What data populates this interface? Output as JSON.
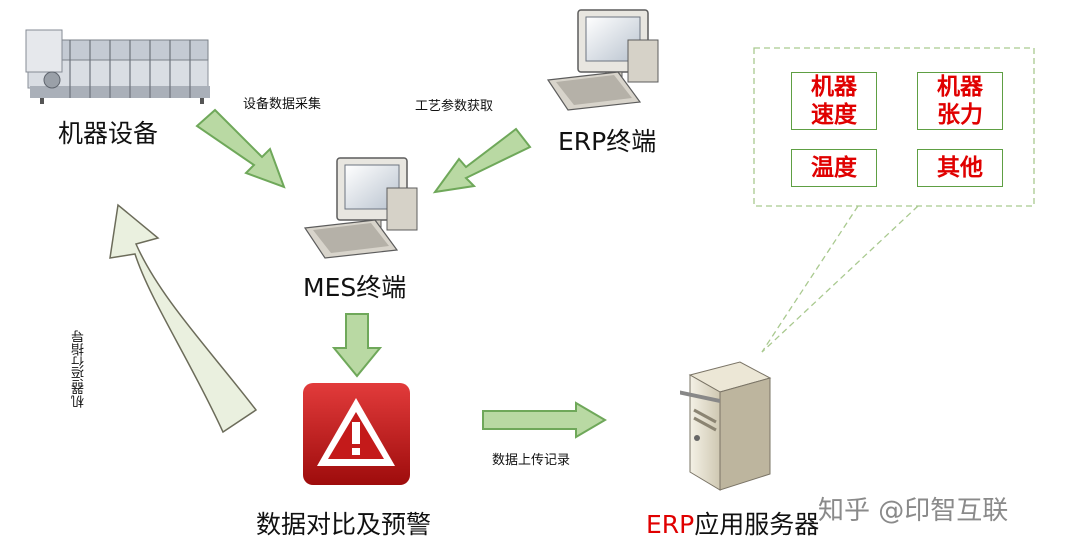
{
  "nodes": {
    "machine_equipment": "机器设备",
    "erp_terminal": "ERP终端",
    "mes_terminal": "MES终端",
    "compare_warning": "数据对比及预警",
    "erp_server_prefix": "ERP",
    "erp_server_suffix": "应用服务器"
  },
  "edges": {
    "collect": "设备数据采集",
    "process_params": "工艺参数获取",
    "upload": "数据上传记录",
    "guidance": "机器运行指导"
  },
  "params": {
    "speed": [
      "机器",
      "速度"
    ],
    "tension": [
      "机器",
      "张力"
    ],
    "temperature": "温度",
    "other": "其他"
  },
  "watermark": "知乎 @印智互联",
  "colors": {
    "arrow_fill": "#b9d9a3",
    "arrow_stroke": "#6fa85a",
    "big_arrow_fill": "#eaf0df",
    "param_text": "#e00000",
    "param_border": "#5e9f43"
  }
}
